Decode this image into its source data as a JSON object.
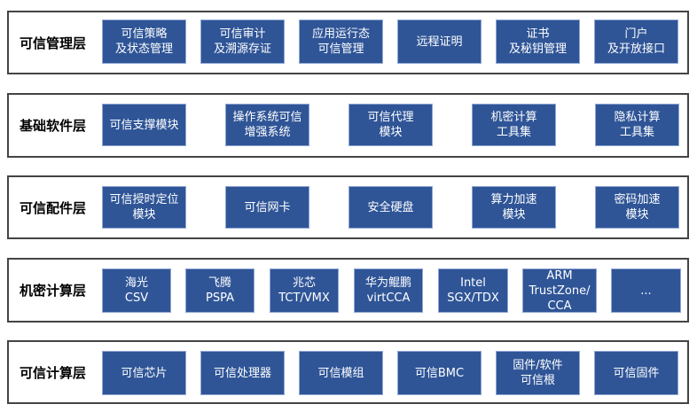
{
  "layers": [
    {
      "title": "可信管理层",
      "items": [
        "可信策略\n及状态管理",
        "可信审计\n及溯源存证",
        "应用运行态\n可信管理",
        "远程证明",
        "证书\n及秘钥管理",
        "门户\n及开放接口"
      ]
    },
    {
      "title": "基础软件层",
      "items": [
        "可信支撑模块",
        "操作系统可信\n增强系统",
        "可信代理\n模块",
        "机密计算\n工具集",
        "隐私计算\n工具集"
      ]
    },
    {
      "title": "可信配件层",
      "items": [
        "可信授时定位\n模块",
        "可信网卡",
        "安全硬盘",
        "算力加速\n模块",
        "密码加速\n模块"
      ]
    },
    {
      "title": "机密计算层",
      "items": [
        "海光\nCSV",
        "飞腾\nPSPA",
        "兆芯\nTCT/VMX",
        "华为鲲鹏\nvirtCCA",
        "Intel\nSGX/TDX",
        "ARM\nTrustZone/\nCCA",
        "..."
      ]
    },
    {
      "title": "可信计算层",
      "items": [
        "可信芯片",
        "可信处理器",
        "可信模组",
        "可信BMC",
        "固件/软件\n可信根",
        "可信固件"
      ]
    }
  ],
  "colors": {
    "box": "#2f5597",
    "frame": "#444444"
  }
}
